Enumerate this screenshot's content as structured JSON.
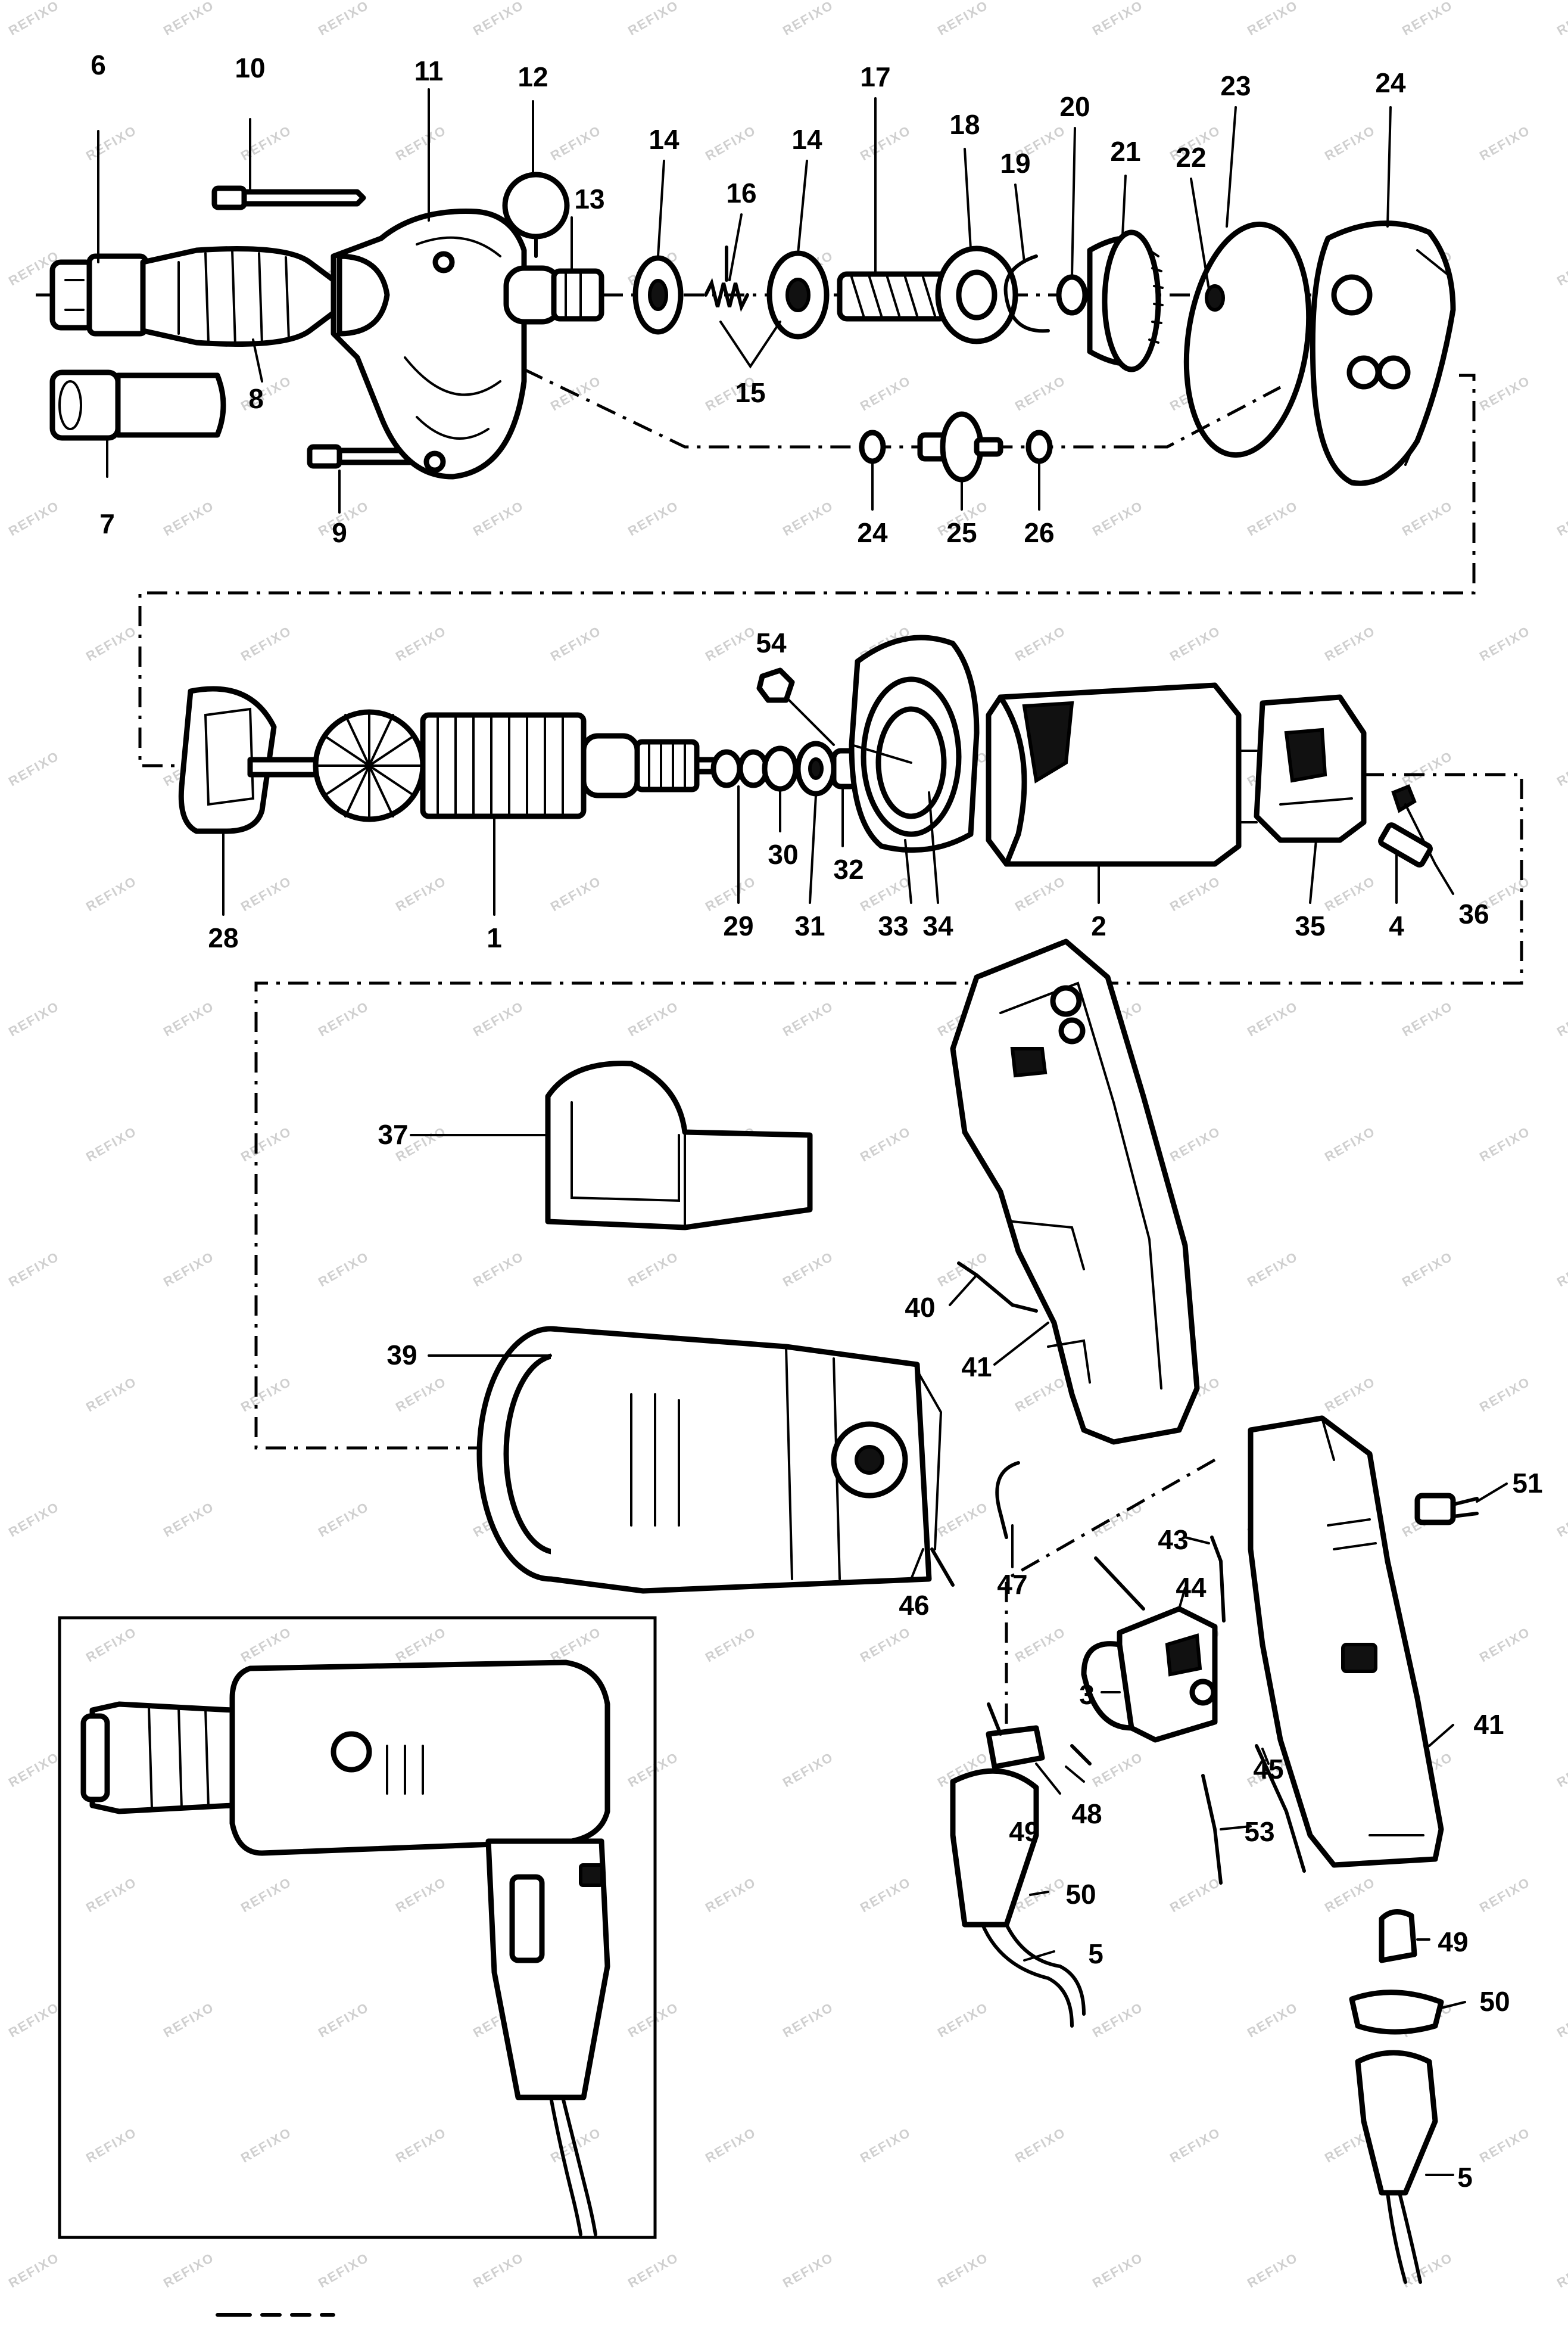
{
  "diagram": {
    "watermark": "REFIXO",
    "labels": {
      "l1": "1",
      "l2": "2",
      "l3": "3",
      "l4": "4",
      "l5a": "5",
      "l5b": "5",
      "l6": "6",
      "l7": "7",
      "l8": "8",
      "l9": "9",
      "l10": "10",
      "l11": "11",
      "l12": "12",
      "l13": "13",
      "l14a": "14",
      "l14b": "14",
      "l15": "15",
      "l16": "16",
      "l17": "17",
      "l18": "18",
      "l19": "19",
      "l20": "20",
      "l21": "21",
      "l22": "22",
      "l23": "23",
      "l24a": "24",
      "l24b": "24",
      "l25": "25",
      "l26": "26",
      "l28": "28",
      "l29": "29",
      "l30": "30",
      "l31": "31",
      "l32": "32",
      "l33": "33",
      "l34": "34",
      "l35": "35",
      "l36": "36",
      "l37": "37",
      "l39": "39",
      "l40": "40",
      "l41a": "41",
      "l41b": "41",
      "l43": "43",
      "l44": "44",
      "l45": "45",
      "l46": "46",
      "l47": "47",
      "l48": "48",
      "l49a": "49",
      "l49b": "49",
      "l50a": "50",
      "l50b": "50",
      "l51": "51",
      "l53": "53",
      "l54": "54"
    }
  }
}
